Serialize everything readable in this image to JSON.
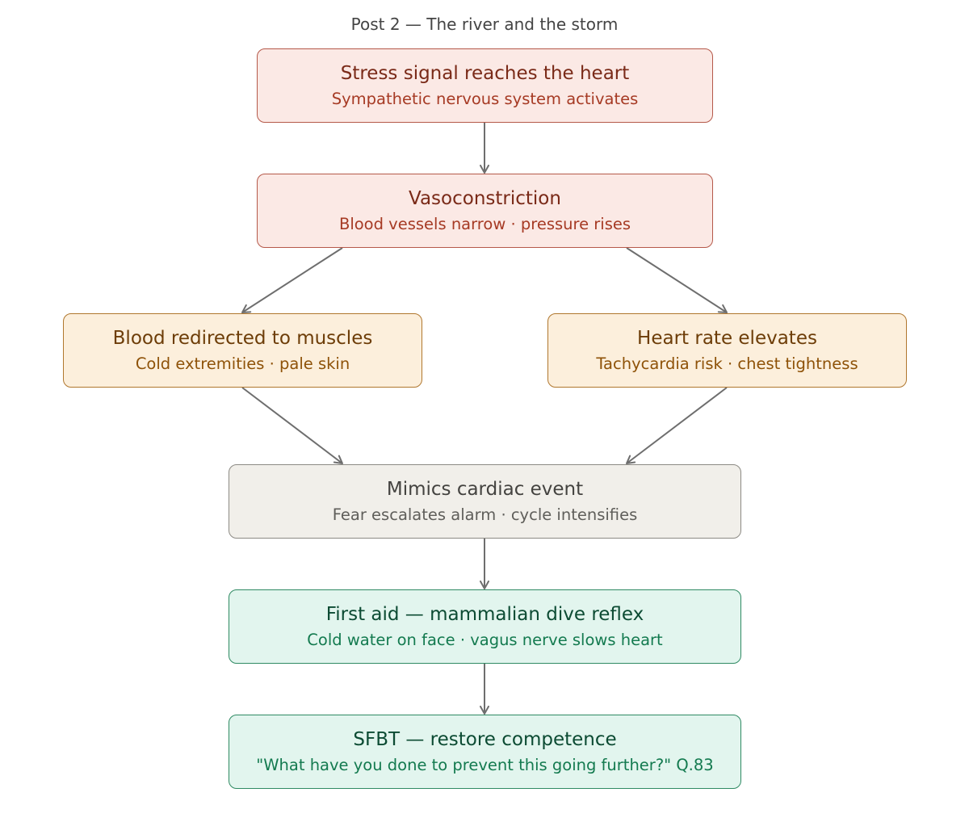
{
  "title": "Post 2 — The river and the storm",
  "nodes": [
    {
      "heading": "Stress signal reaches the heart",
      "sub": "Sympathetic nervous system activates",
      "tone": "red"
    },
    {
      "heading": "Vasoconstriction",
      "sub": "Blood vessels narrow · pressure rises",
      "tone": "red"
    },
    {
      "heading": "Blood redirected to muscles",
      "sub": "Cold extremities · pale skin",
      "tone": "amber"
    },
    {
      "heading": "Heart rate elevates",
      "sub": "Tachycardia risk · chest tightness",
      "tone": "amber"
    },
    {
      "heading": "Mimics cardiac event",
      "sub": "Fear escalates alarm · cycle intensifies",
      "tone": "gray"
    },
    {
      "heading": "First aid — mammalian dive reflex",
      "sub": "Cold water on face · vagus nerve slows heart",
      "tone": "green"
    },
    {
      "heading": "SFBT — restore competence",
      "sub": "\"What have you done to prevent this going further?\" Q.83",
      "tone": "green"
    }
  ],
  "edges": [
    {
      "from": 0,
      "to": 1
    },
    {
      "from": 1,
      "to": 2
    },
    {
      "from": 1,
      "to": 3
    },
    {
      "from": 2,
      "to": 4
    },
    {
      "from": 3,
      "to": 4
    },
    {
      "from": 4,
      "to": 5
    },
    {
      "from": 5,
      "to": 6
    }
  ],
  "colors": {
    "arrow": "#6e6e6e",
    "red_fill": "#fbe9e5",
    "amber_fill": "#fcefdc",
    "gray_fill": "#f1efea",
    "green_fill": "#e2f5ee"
  }
}
